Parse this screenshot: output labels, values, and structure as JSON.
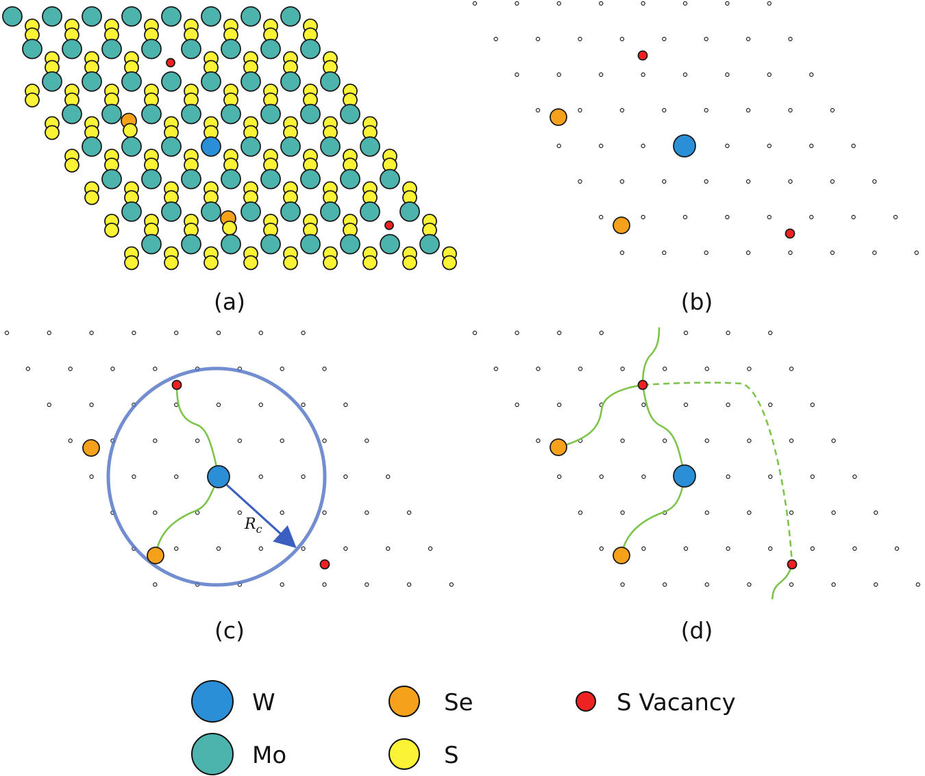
{
  "panels": [
    {
      "id": "a",
      "label": "(a)"
    },
    {
      "id": "b",
      "label": "(b)"
    },
    {
      "id": "c",
      "label": "(c)"
    },
    {
      "id": "d",
      "label": "(d)"
    }
  ],
  "cutoff_radius_symbol": "R",
  "cutoff_radius_subscript": "c",
  "legend": [
    {
      "key": "W",
      "label": "W",
      "color": "#2a8fd6"
    },
    {
      "key": "Mo",
      "label": "Mo",
      "color": "#4db3ad"
    },
    {
      "key": "Se",
      "label": "Se",
      "color": "#f5a11c"
    },
    {
      "key": "S",
      "label": "S",
      "color": "#fbf436"
    },
    {
      "key": "S_vacancy",
      "label": "S Vacancy",
      "color": "#ee2222"
    }
  ],
  "colors": {
    "W": "#2a8fd6",
    "Mo": "#4db3ad",
    "Se": "#f5a11c",
    "S": "#fbf436",
    "vacancy": "#ee2222",
    "bond": "#7cc44a",
    "cutoff_circle": "#5b79c9",
    "arrow": "#3a5fc0"
  }
}
